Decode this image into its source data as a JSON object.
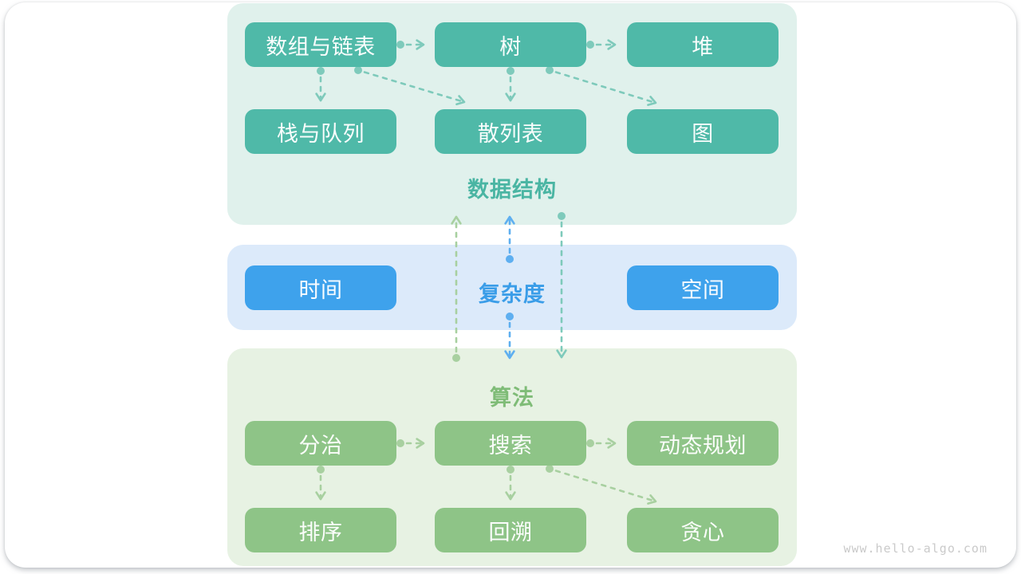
{
  "watermark": "www.hello-algo.com",
  "data_structures": {
    "title": "数据结构",
    "row1": [
      "数组与链表",
      "树",
      "堆"
    ],
    "row2": [
      "栈与队列",
      "散列表",
      "图"
    ],
    "edges": [
      {
        "from": "数组与链表",
        "to": "树"
      },
      {
        "from": "树",
        "to": "堆"
      },
      {
        "from": "数组与链表",
        "to": "栈与队列"
      },
      {
        "from": "数组与链表",
        "to": "散列表"
      },
      {
        "from": "树",
        "to": "散列表"
      },
      {
        "from": "树",
        "to": "图"
      }
    ]
  },
  "complexity": {
    "title": "复杂度",
    "items": [
      "时间",
      "空间"
    ]
  },
  "algorithms": {
    "title": "算法",
    "row1": [
      "分治",
      "搜索",
      "动态规划"
    ],
    "row2": [
      "排序",
      "回溯",
      "贪心"
    ],
    "edges": [
      {
        "from": "分治",
        "to": "搜索"
      },
      {
        "from": "搜索",
        "to": "动态规划"
      },
      {
        "from": "分治",
        "to": "排序"
      },
      {
        "from": "搜索",
        "to": "回溯"
      },
      {
        "from": "搜索",
        "to": "贪心"
      }
    ]
  },
  "cross_edges": [
    {
      "from": "算法",
      "to": "数据结构",
      "color": "green"
    },
    {
      "from": "复杂度",
      "to": "数据结构",
      "color": "blue"
    },
    {
      "from": "复杂度",
      "to": "算法",
      "color": "blue"
    },
    {
      "from": "数据结构",
      "to": "算法",
      "color": "teal"
    }
  ],
  "colors": {
    "node_teal": "#4fb9a8",
    "node_blue": "#3ea2ec",
    "node_green": "#8ec487",
    "panel_teal_bg": "#e0f1ec",
    "panel_blue_bg": "#dceafa",
    "panel_green_bg": "#e7f2e3",
    "title_teal": "#4ab5a3",
    "title_blue": "#3a9de8",
    "title_green": "#7fbc77",
    "arrow_teal": "#7ecabb",
    "arrow_green": "#a8d0a0",
    "arrow_blue": "#5eaff0"
  }
}
